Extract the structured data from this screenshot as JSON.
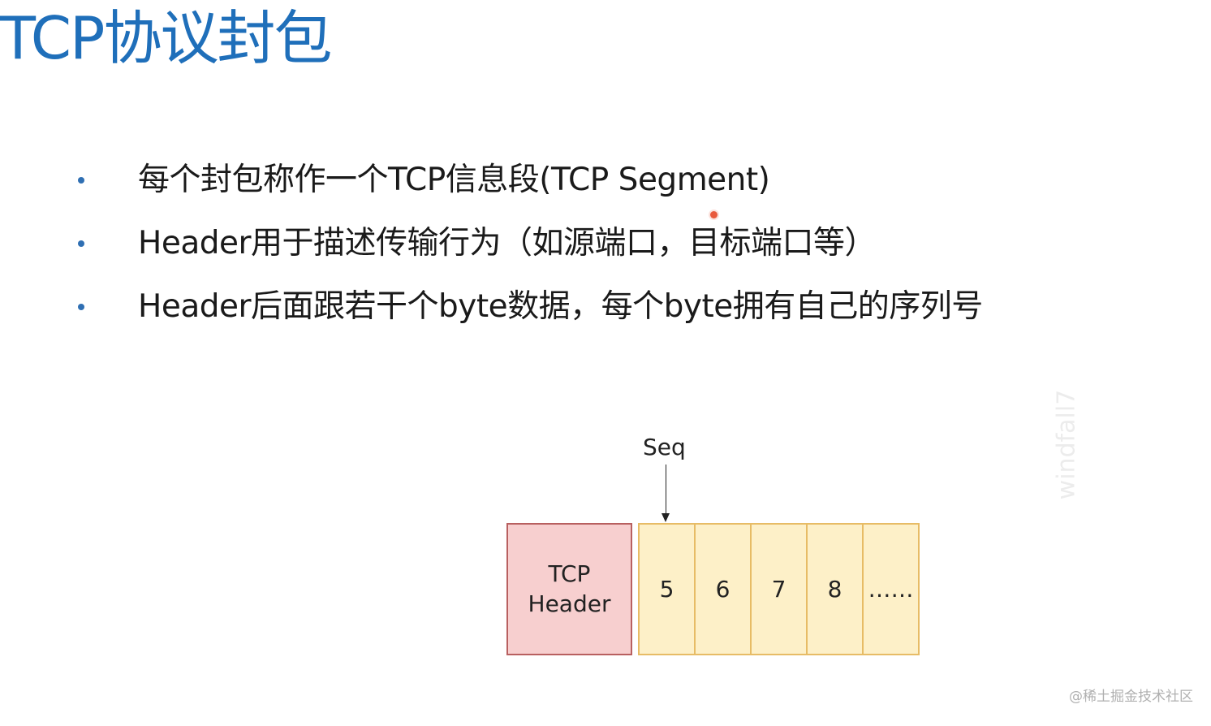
{
  "title": "TCP协议封包",
  "bullets": [
    "每个封包称作一个TCP信息段(TCP Segment)",
    "Header用于描述传输行为（如源端口，目标端口等）",
    "Header后面跟若干个byte数据，每个byte拥有自己的序列号"
  ],
  "diagram": {
    "seq_label": "Seq",
    "header_line1": "TCP",
    "header_line2": "Header",
    "bytes": [
      "5",
      "6",
      "7",
      "8",
      "……"
    ]
  },
  "watermark": "windfall7",
  "site_watermark": "@稀土掘金技术社区",
  "colors": {
    "title": "#1f6fba",
    "bullet": "#2f6fb3",
    "header_fill": "#f7cfcf",
    "header_border": "#b86060",
    "byte_fill": "#fdf0c8",
    "byte_border": "#e7bc66",
    "pointer": "#e8593c"
  }
}
